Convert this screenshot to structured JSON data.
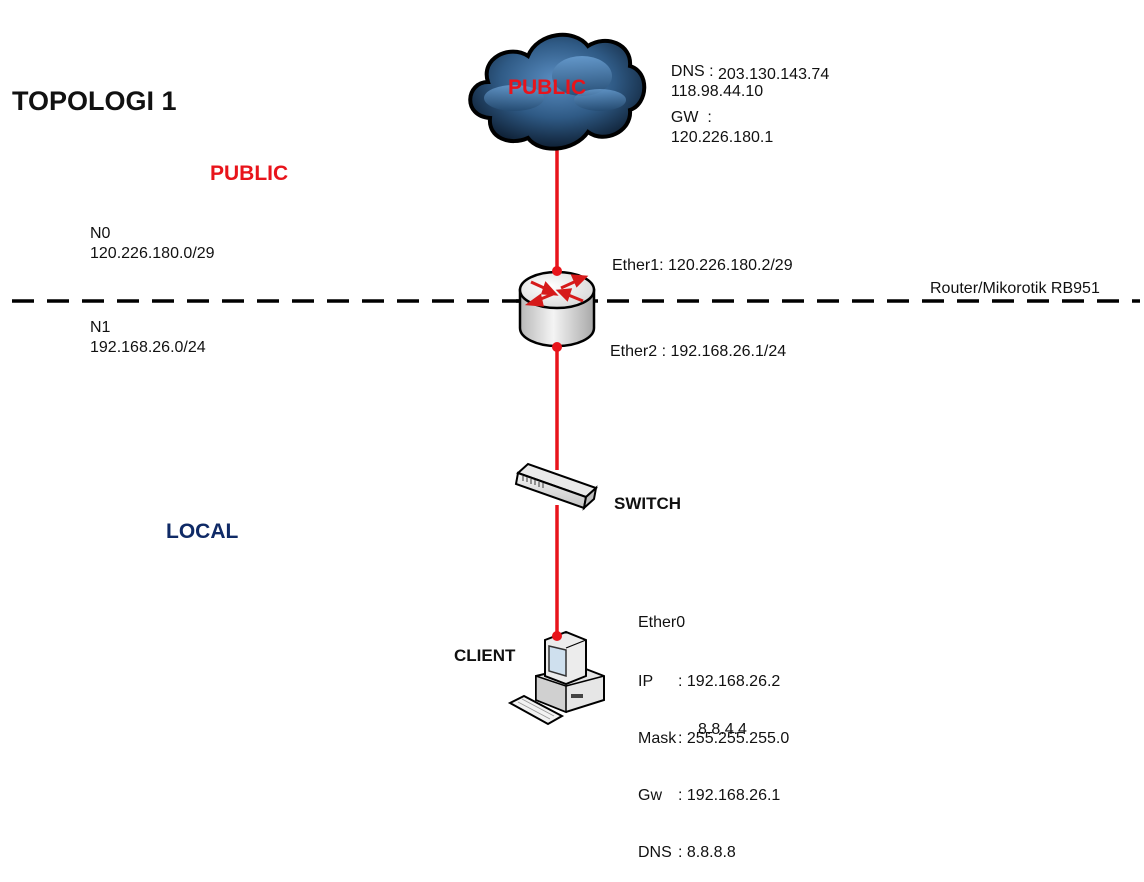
{
  "title": "TOPOLOGI 1",
  "zones": {
    "public_label": "PUBLIC",
    "local_label": "LOCAL",
    "public_color": "#e8141b",
    "local_color": "#0f2a66"
  },
  "networks": {
    "n0": {
      "name": "N0",
      "subnet": "120.226.180.0/29"
    },
    "n1": {
      "name": "N1",
      "subnet": "192.168.26.0/24"
    }
  },
  "cloud": {
    "label": "PUBLIC",
    "dns_label": "DNS :",
    "dns_primary": "118.98.44.10",
    "dns_secondary": "203.130.143.74",
    "gw_label": "GW  :",
    "gw": "120.226.180.1"
  },
  "router": {
    "label": "Router/Mikorotik RB951",
    "ether1": "Ether1: 120.226.180.2/29",
    "ether2": "Ether2 : 192.168.26.1/24"
  },
  "switch": {
    "label": "SWITCH"
  },
  "client": {
    "label": "CLIENT",
    "interface": "Ether0",
    "rows": [
      {
        "key": "IP",
        "value": ": 192.168.26.2"
      },
      {
        "key": "Mask",
        "value": ": 255.255.255.0"
      },
      {
        "key": "Gw",
        "value": ": 192.168.26.1"
      },
      {
        "key": "DNS",
        "value": ": 8.8.8.8"
      }
    ],
    "dns_secondary": "8.8.4.4"
  },
  "colors": {
    "link": "#e8141b",
    "boundary": "#000000"
  }
}
